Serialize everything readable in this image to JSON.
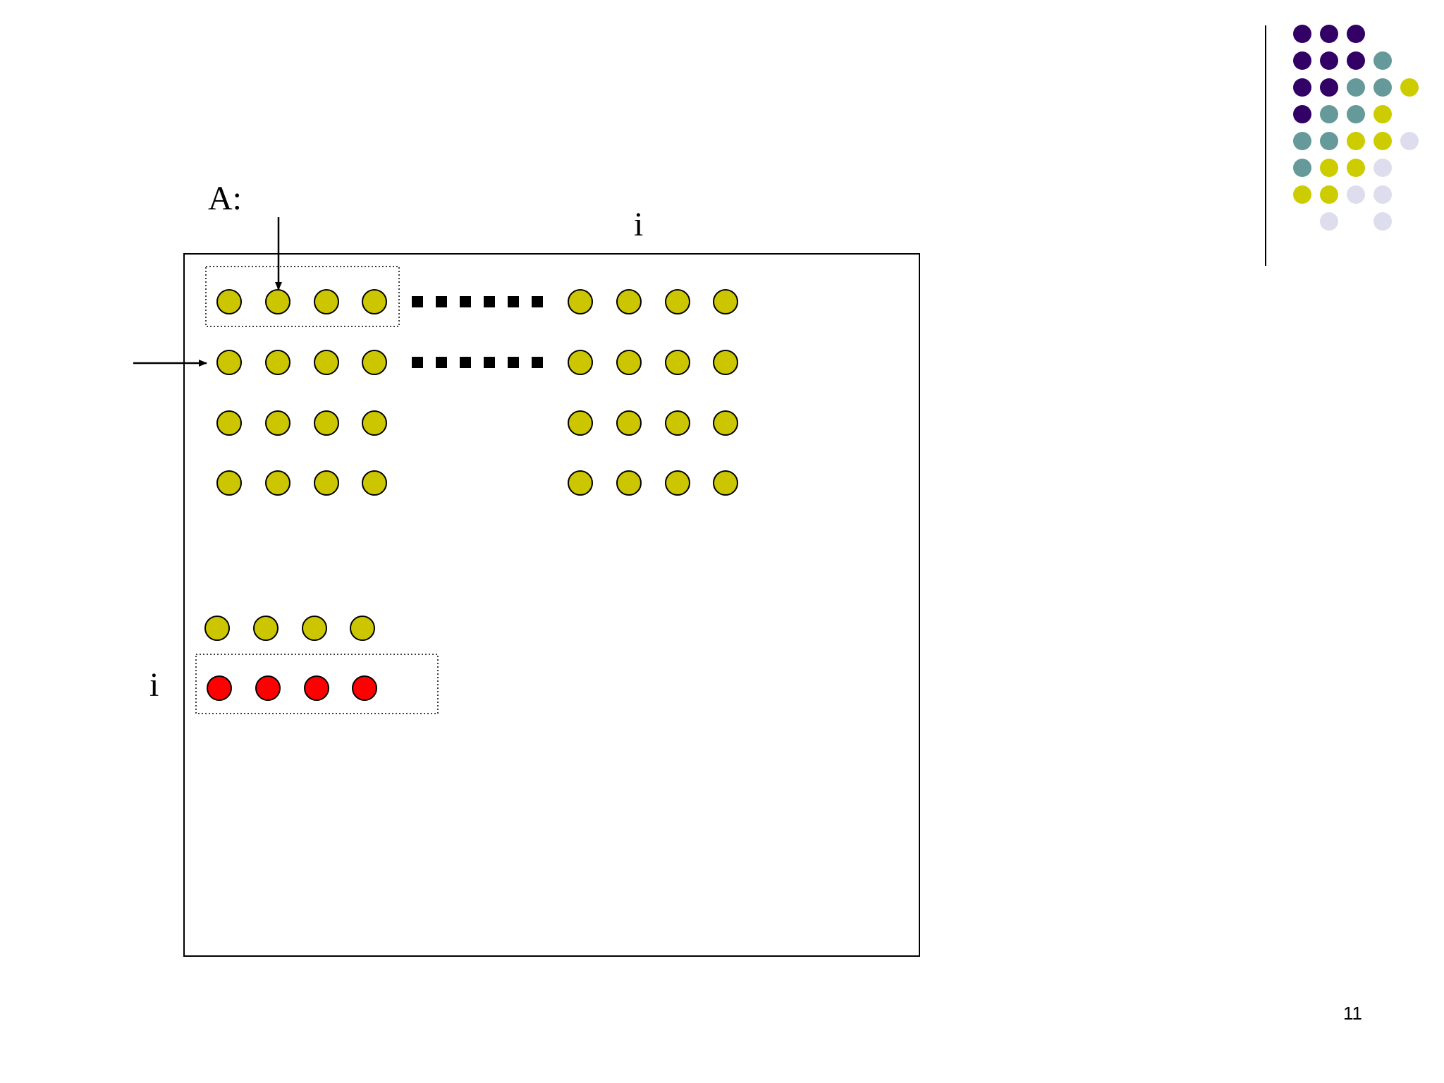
{
  "slide": {
    "page_number": "11",
    "label_a": "A:",
    "label_i_top": "i",
    "label_i_left": "i"
  },
  "colors": {
    "yellow_dot": "#CCC600",
    "red_dot": "#FF0000",
    "dot_stroke": "#000000",
    "deco_purple": "#330066",
    "deco_teal": "#669999",
    "deco_yellow": "#CCCC00",
    "deco_lavender": "#DDDDEE"
  },
  "matrix": {
    "rows": 4,
    "left_group_cols": 4,
    "right_group_cols": 4,
    "dash_rows": [
      0,
      1
    ],
    "dash_squares_per_row": 6
  },
  "vector": {
    "yellow_count": 4,
    "red_count": 4
  },
  "decoration": {
    "rows": [
      [
        "purple",
        "purple",
        "purple",
        "none",
        "none"
      ],
      [
        "purple",
        "purple",
        "purple",
        "teal",
        "none"
      ],
      [
        "purple",
        "purple",
        "teal",
        "teal",
        "yellow"
      ],
      [
        "purple",
        "teal",
        "teal",
        "yellow",
        "none"
      ],
      [
        "teal",
        "teal",
        "yellow",
        "yellow",
        "lavender"
      ],
      [
        "teal",
        "yellow",
        "yellow",
        "lavender",
        "none"
      ],
      [
        "yellow",
        "yellow",
        "lavender",
        "lavender",
        "none"
      ],
      [
        "none",
        "lavender",
        "none",
        "lavender",
        "none"
      ]
    ]
  }
}
